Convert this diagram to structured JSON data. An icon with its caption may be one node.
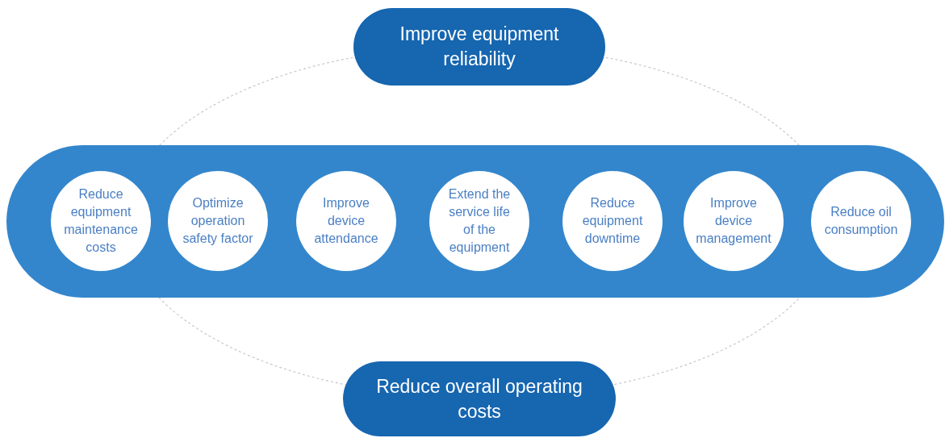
{
  "diagram": {
    "nodes": [
      {
        "text": [
          "Improve equipment reliability"
        ]
      },
      {
        "text": [],
        "shape": "bar"
      },
      {
        "text": [
          "Reduce equipment maintenance costs"
        ],
        "in": 1
      },
      {
        "text": [
          "Optimize operation safety factor"
        ],
        "in": 1
      },
      {
        "text": [
          "Improve device attendance"
        ],
        "in": 1
      },
      {
        "text": [
          "Extend the service life of the equipment"
        ],
        "in": 1
      },
      {
        "text": [
          "Reduce equipment downtime"
        ],
        "in": 1
      },
      {
        "text": [
          "Improve device management"
        ],
        "in": 1
      },
      {
        "text": [
          "Reduce oil consumption"
        ],
        "in": 1
      },
      {
        "text": [
          "Reduce overall operating costs"
        ]
      }
    ],
    "edges": []
  }
}
